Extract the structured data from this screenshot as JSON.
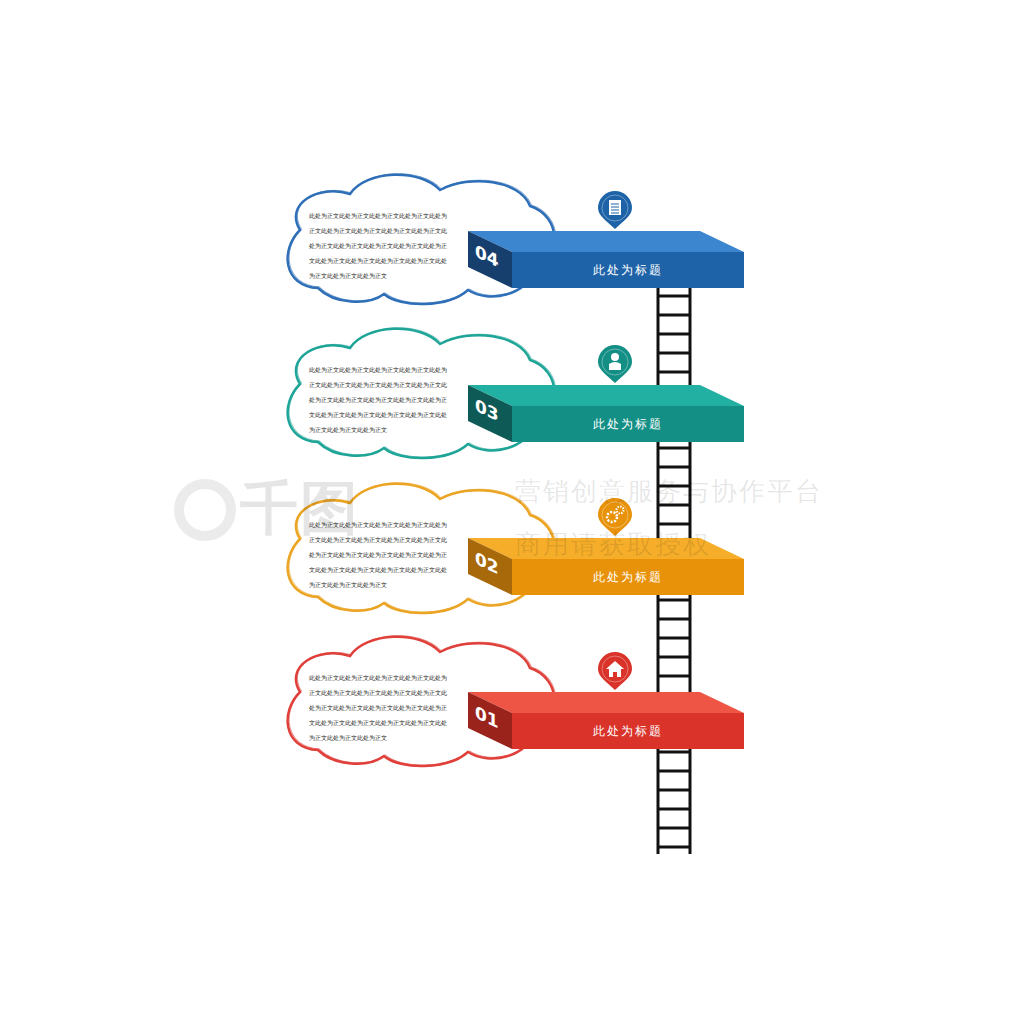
{
  "diagram": {
    "nodes": [
      {
        "text": [
          "此处为正文此处为正文此处为正文此处为正文此处为正文此处为正文此处为正文此处为正文此处为正文此处为正文此处为正文此处为正文此处为正文此处为正文此处为正文此处为正文此处为正文此处为正文此处为正文此处为正文此处为正文"
        ]
      },
      {
        "text": [
          "04",
          "此处为标题"
        ]
      },
      {
        "text": [
          "此处为正文此处为正文此处为正文此处为正文此处为正文此处为正文此处为正文此处为正文此处为正文此处为正文此处为正文此处为正文此处为正文此处为正文此处为正文此处为正文此处为正文此处为正文此处为正文此处为正文此处为正文"
        ]
      },
      {
        "text": [
          "03",
          "此处为标题"
        ]
      },
      {
        "text": [
          "此处为正文此处为正文此处为正文此处为正文此处为正文此处为正文此处为正文此处为正文此处为正文此处为正文此处为正文此处为正文此处为正文此处为正文此处为正文此处为正文此处为正文此处为正文此处为正文此处为正文此处为正文"
        ]
      },
      {
        "text": [
          "02",
          "此处为标题"
        ]
      },
      {
        "text": [
          "此处为正文此处为正文此处为正文此处为正文此处为正文此处为正文此处为正文此处为正文此处为正文此处为正文此处为正文此处为正文此处为正文此处为正文此处为正文此处为正文此处为正文此处为正文此处为正文此处为正文此处为正文"
        ]
      },
      {
        "text": [
          "01",
          "此处为标题"
        ]
      }
    ],
    "labels": [
      "千图",
      "营销创意服务与协作平台",
      "商用请获取授权"
    ]
  }
}
